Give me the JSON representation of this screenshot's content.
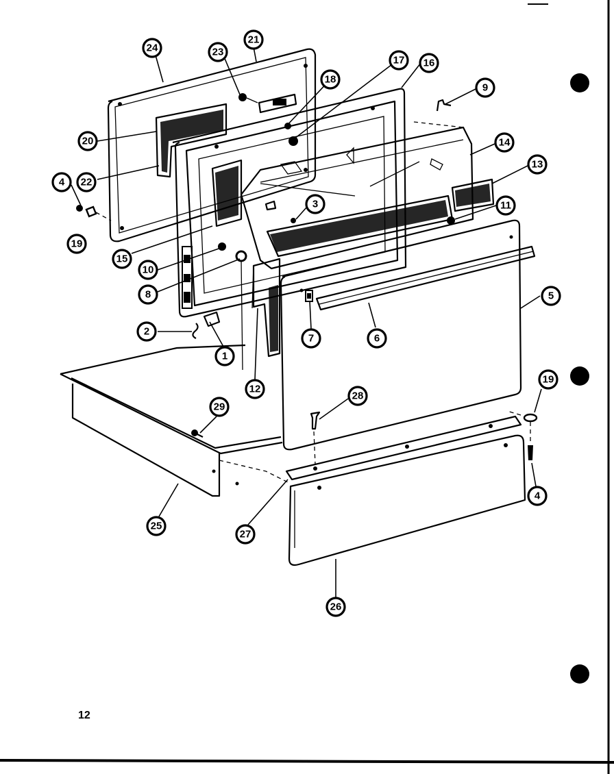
{
  "page_number": "12",
  "callouts": [
    {
      "label": "24"
    },
    {
      "label": "23"
    },
    {
      "label": "21"
    },
    {
      "label": "17"
    },
    {
      "label": "16"
    },
    {
      "label": "18"
    },
    {
      "label": "9"
    },
    {
      "label": "20"
    },
    {
      "label": "22"
    },
    {
      "label": "14"
    },
    {
      "label": "13"
    },
    {
      "label": "4"
    },
    {
      "label": "3"
    },
    {
      "label": "11"
    },
    {
      "label": "19"
    },
    {
      "label": "15"
    },
    {
      "label": "10"
    },
    {
      "label": "8"
    },
    {
      "label": "5"
    },
    {
      "label": "2"
    },
    {
      "label": "7"
    },
    {
      "label": "6"
    },
    {
      "label": "1"
    },
    {
      "label": "12"
    },
    {
      "label": "28"
    },
    {
      "label": "19"
    },
    {
      "label": "29"
    },
    {
      "label": "4"
    },
    {
      "label": "25"
    },
    {
      "label": "27"
    },
    {
      "label": "26"
    }
  ],
  "punch_holes": 3
}
